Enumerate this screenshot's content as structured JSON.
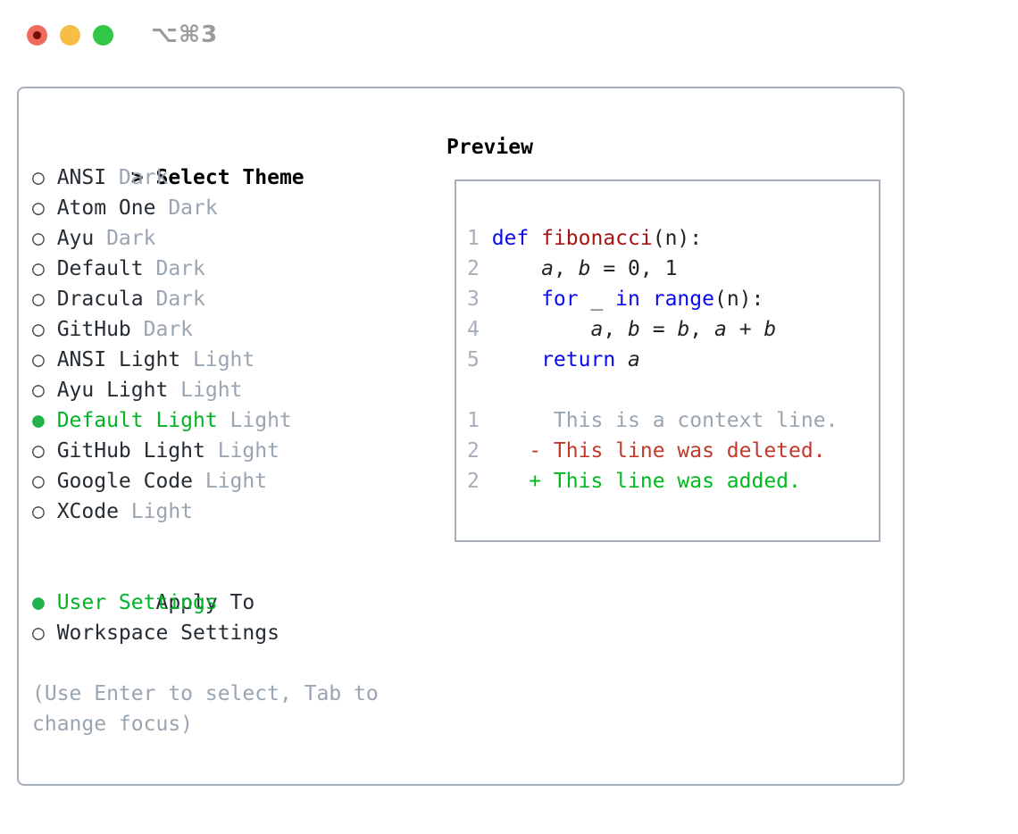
{
  "window": {
    "title": "⌥⌘3",
    "traffic_lights": [
      "close",
      "minimize",
      "zoom"
    ]
  },
  "ui": {
    "marker_unselected": "○",
    "marker_selected": "●",
    "prompt_marker": ">"
  },
  "colors": {
    "selected_green_text": "#00b426",
    "selected_green_bullet": "#22b24b",
    "muted_gray": "#9aa5b2",
    "panel_border": "#a6aeb9",
    "keyword_blue": "#0a0af0",
    "function_red": "#a31515",
    "diff_deleted_red": "#c0392b",
    "diff_added_green": "#00bb1d",
    "traffic_red": "#f16a5e",
    "traffic_yellow": "#f7bd45",
    "traffic_green": "#33c748"
  },
  "theme_selector": {
    "header": {
      "marker": ">",
      "label": "Select Theme"
    },
    "items": [
      {
        "name": "ANSI",
        "variant": "Dark",
        "selected": false
      },
      {
        "name": "Atom One",
        "variant": "Dark",
        "selected": false
      },
      {
        "name": "Ayu",
        "variant": "Dark",
        "selected": false
      },
      {
        "name": "Default",
        "variant": "Dark",
        "selected": false
      },
      {
        "name": "Dracula",
        "variant": "Dark",
        "selected": false
      },
      {
        "name": "GitHub",
        "variant": "Dark",
        "selected": false
      },
      {
        "name": "ANSI Light",
        "variant": "Light",
        "selected": false
      },
      {
        "name": "Ayu Light",
        "variant": "Light",
        "selected": false
      },
      {
        "name": "Default Light",
        "variant": "Light",
        "selected": true
      },
      {
        "name": "GitHub Light",
        "variant": "Light",
        "selected": false
      },
      {
        "name": "Google Code",
        "variant": "Light",
        "selected": false
      },
      {
        "name": "XCode",
        "variant": "Light",
        "selected": false
      }
    ]
  },
  "apply_to": {
    "header": "Apply To",
    "options": [
      {
        "label": "User Settings",
        "selected": true
      },
      {
        "label": "Workspace Settings",
        "selected": false
      }
    ]
  },
  "hint": "(Use Enter to select, Tab to change focus)",
  "preview": {
    "header": "Preview",
    "lines": [
      {
        "no": "1",
        "tokens": [
          {
            "s": "kw",
            "t": "def"
          },
          {
            "s": "pl",
            "t": " "
          },
          {
            "s": "fn",
            "t": "fibonacci"
          },
          {
            "s": "pl",
            "t": "(n):"
          }
        ]
      },
      {
        "no": "2",
        "tokens": [
          {
            "s": "pl",
            "t": "    "
          },
          {
            "s": "var",
            "t": "a"
          },
          {
            "s": "pl",
            "t": ", "
          },
          {
            "s": "var",
            "t": "b"
          },
          {
            "s": "pl",
            "t": " = 0, 1"
          }
        ]
      },
      {
        "no": "3",
        "tokens": [
          {
            "s": "pl",
            "t": "    "
          },
          {
            "s": "kw",
            "t": "for"
          },
          {
            "s": "pl",
            "t": " _ "
          },
          {
            "s": "kw",
            "t": "in"
          },
          {
            "s": "pl",
            "t": " "
          },
          {
            "s": "kw",
            "t": "range"
          },
          {
            "s": "pl",
            "t": "(n):"
          }
        ]
      },
      {
        "no": "4",
        "tokens": [
          {
            "s": "pl",
            "t": "        "
          },
          {
            "s": "var",
            "t": "a"
          },
          {
            "s": "pl",
            "t": ", "
          },
          {
            "s": "var",
            "t": "b"
          },
          {
            "s": "pl",
            "t": " = "
          },
          {
            "s": "var",
            "t": "b"
          },
          {
            "s": "pl",
            "t": ", "
          },
          {
            "s": "var",
            "t": "a"
          },
          {
            "s": "pl",
            "t": " + "
          },
          {
            "s": "var",
            "t": "b"
          }
        ]
      },
      {
        "no": "5",
        "tokens": [
          {
            "s": "pl",
            "t": "    "
          },
          {
            "s": "kw",
            "t": "return"
          },
          {
            "s": "pl",
            "t": " "
          },
          {
            "s": "var",
            "t": "a"
          }
        ]
      },
      {
        "no": "",
        "tokens": []
      },
      {
        "no": "1",
        "tokens": [
          {
            "s": "ctx",
            "t": "     This is a context line."
          }
        ]
      },
      {
        "no": "2",
        "tokens": [
          {
            "s": "del",
            "t": "   - This line was deleted."
          }
        ]
      },
      {
        "no": "2",
        "tokens": [
          {
            "s": "add",
            "t": "   + This line was added."
          }
        ]
      }
    ]
  }
}
